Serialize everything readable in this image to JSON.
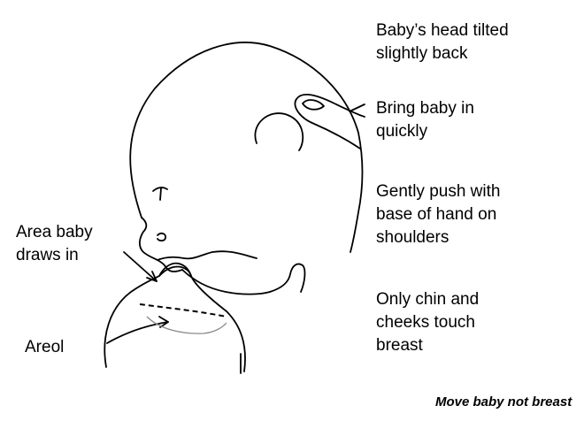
{
  "labels": {
    "head_tilted": [
      "Baby’s head tilted",
      "slightly back"
    ],
    "bring_in": [
      "Bring baby in",
      "quickly"
    ],
    "gently_push": [
      "Gently push with",
      "base of hand on",
      "shoulders"
    ],
    "only_chin": [
      "Only chin and",
      "cheeks touch",
      "breast"
    ],
    "area_draws": [
      "Area baby",
      "draws in"
    ],
    "areola": "Areol"
  },
  "caption": "Move baby not breast",
  "colors": {
    "ink": "#000000",
    "areola_line": "#8a8a8a",
    "background": "#ffffff"
  }
}
